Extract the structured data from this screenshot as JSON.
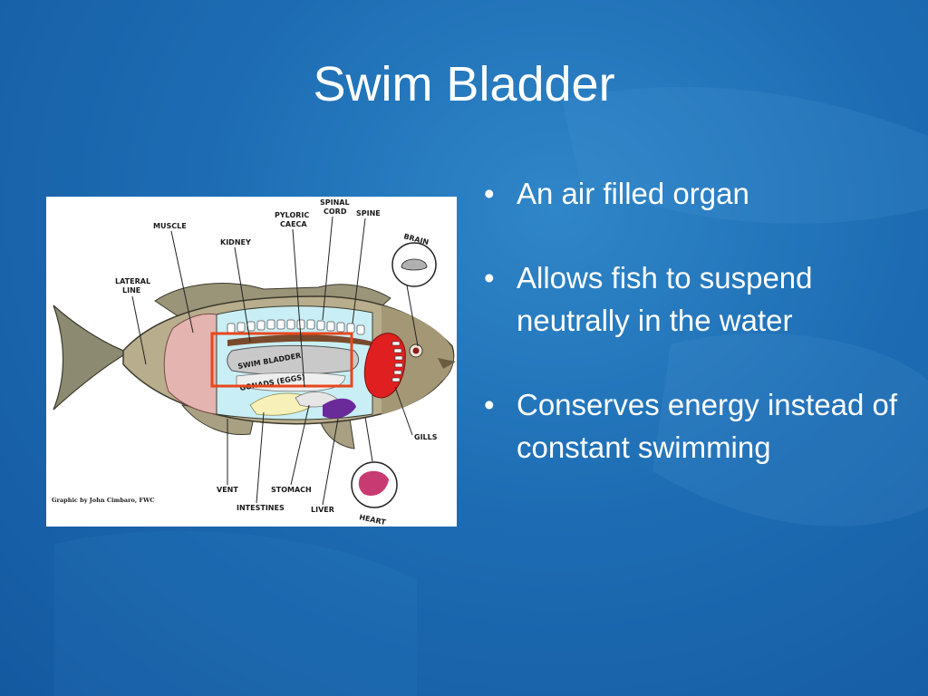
{
  "slide": {
    "title": "Swim Bladder",
    "bullet_glyph": "•",
    "bullets": [
      "An air filled organ",
      "Allows fish to suspend neutrally in the water",
      "Conserves energy instead of constant swimming"
    ],
    "colors": {
      "background": "#1d6cb3",
      "text": "#ffffff",
      "highlight_box": "#e8471c"
    }
  },
  "diagram": {
    "labels": {
      "muscle": "MUSCLE",
      "kidney": "KIDNEY",
      "pyloric": "PYLORIC",
      "caeca": "CAECA",
      "spinal": "SPINAL",
      "cord": "CORD",
      "spine": "SPINE",
      "brain": "BRAIN",
      "lateral": "LATERAL",
      "line": "LINE",
      "swim_bladder": "SWIM BLADDER",
      "gonads": "GONADS (EGGS)",
      "gills": "GILLS",
      "vent": "VENT",
      "intestines": "INTESTINES",
      "stomach": "STOMACH",
      "liver": "LIVER",
      "heart": "HEART"
    },
    "credit": "Graphic by John Cimbaro, FWC"
  }
}
